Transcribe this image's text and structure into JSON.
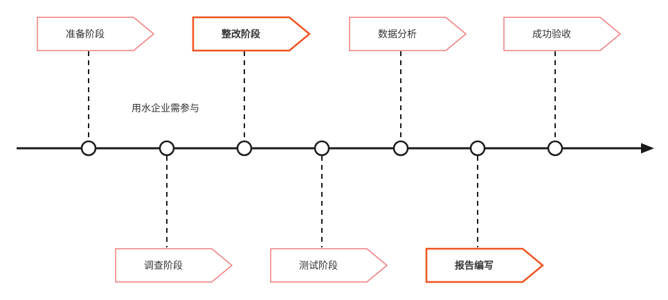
{
  "diagram": {
    "type": "timeline",
    "note": {
      "label": "用水企业需参与"
    },
    "phases": [
      {
        "label": "准备阶段",
        "position": "top",
        "emphasized": false
      },
      {
        "label": "调查阶段",
        "position": "bottom",
        "emphasized": false
      },
      {
        "label": "整改阶段",
        "position": "top",
        "emphasized": true
      },
      {
        "label": "测试阶段",
        "position": "bottom",
        "emphasized": false
      },
      {
        "label": "数据分析",
        "position": "top",
        "emphasized": false
      },
      {
        "label": "报告编写",
        "position": "bottom",
        "emphasized": true
      },
      {
        "label": "成功验收",
        "position": "top",
        "emphasized": false
      }
    ],
    "node_count": 7,
    "colors": {
      "normal_border": "#f17c7c",
      "emphasized_border": "#f0521f",
      "line": "#1a1a1a",
      "text": "#333333"
    }
  }
}
